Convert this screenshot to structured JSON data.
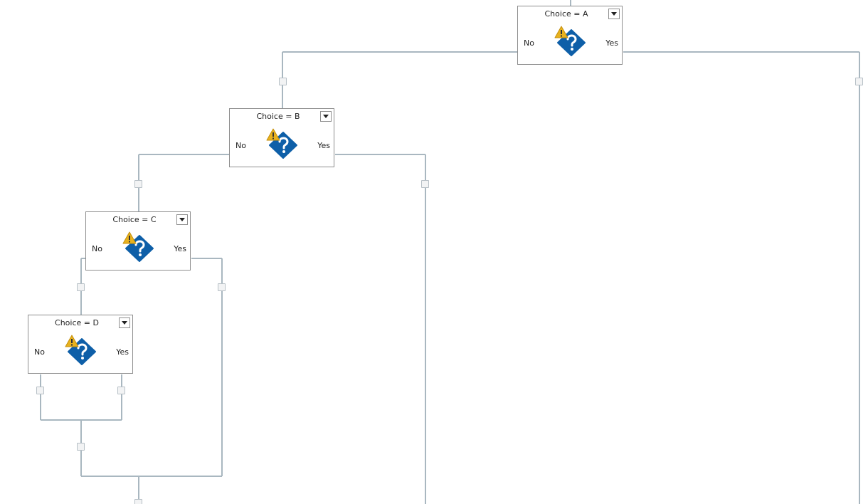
{
  "decisions": [
    {
      "condition": "Choice = A",
      "false_label": "No",
      "true_label": "Yes"
    },
    {
      "condition": "Choice = B",
      "false_label": "No",
      "true_label": "Yes"
    },
    {
      "condition": "Choice = C",
      "false_label": "No",
      "true_label": "Yes"
    },
    {
      "condition": "Choice = D",
      "false_label": "No",
      "true_label": "Yes"
    }
  ],
  "icons": {
    "decision": "flow-decision-icon",
    "warning": "warning-icon",
    "expand": "expand-collapse-icon"
  },
  "colors": {
    "decision_icon": "#0e5fa8",
    "warning": "#e8b21e",
    "connector": "#a9b7c0"
  }
}
